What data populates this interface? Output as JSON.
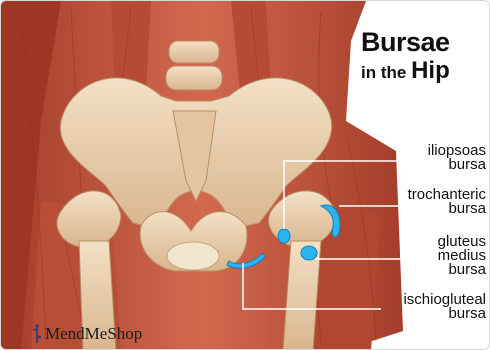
{
  "title": {
    "line1": "Bursae",
    "line2_prefix": "in the",
    "line2_big": "Hip"
  },
  "labels": {
    "iliopsoas": [
      "iliopsoas",
      "bursa"
    ],
    "trochanteric": [
      "trochanteric",
      "bursa"
    ],
    "gluteus_medius": [
      "gluteus",
      "medius",
      "bursa"
    ],
    "ischiogluteal": [
      "ischiogluteal",
      "bursa"
    ]
  },
  "logo": {
    "text": "MendMeShop"
  },
  "colors": {
    "bursa": "#2bb5f0",
    "muscle": "#c0553e",
    "bone": "#ecd4b4",
    "leader_line": "#ffffff"
  }
}
